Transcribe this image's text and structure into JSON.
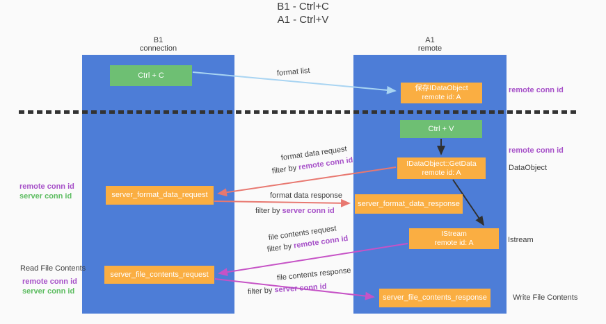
{
  "title": {
    "line1": "B1 - Ctrl+C",
    "line2": "A1 - Ctrl+V"
  },
  "lanes": {
    "left": {
      "name": "B1",
      "role": "connection"
    },
    "right": {
      "name": "A1",
      "role": "remote"
    }
  },
  "nodes": {
    "ctrl_c": {
      "label": "Ctrl + C"
    },
    "ctrl_v": {
      "label": "Ctrl + V"
    },
    "save_dataobject": {
      "line1": "保存IDataObject",
      "line2": "remote id: A"
    },
    "getdata": {
      "line1": "IDataObject::GetData",
      "line2": "remote id: A"
    },
    "istream": {
      "line1": "IStream",
      "line2": "remote id: A"
    },
    "server_format_data_request": {
      "label": "server_format_data_request"
    },
    "server_format_data_response": {
      "label": "server_format_data_response"
    },
    "server_file_contents_request": {
      "label": "server_file_contents_request"
    },
    "server_file_contents_response": {
      "label": "server_file_contents_response"
    }
  },
  "edge_labels": {
    "format_list": "format list",
    "format_data_request": "format data request",
    "format_data_response": "format data response",
    "file_contents_request": "file contents request",
    "file_contents_response": "file contents response",
    "filter_by": "filter by",
    "remote_conn_id": "remote conn id",
    "server_conn_id": "server conn id"
  },
  "side_labels": {
    "remote_conn_id": "remote conn id",
    "server_conn_id": "server conn id",
    "dataobject": "DataObject",
    "istream": "Istream",
    "read_file_contents": "Read File Contents",
    "write_file_contents": "Write File Contents"
  },
  "colors": {
    "page-bg": "#FAFAFA",
    "lane-blue": "#4D7DD7",
    "box-orange": "#FAAE42",
    "box-green": "#6EBF73",
    "arrow-blue": "#A8D4F2",
    "arrow-red": "#E87870",
    "arrow-magenta": "#C653C6",
    "arrow-black": "#303030",
    "text-purple": "#A650C8",
    "text-green": "#5CBC60",
    "text-dark": "#3C3C3C",
    "dash-color": "#333333"
  }
}
